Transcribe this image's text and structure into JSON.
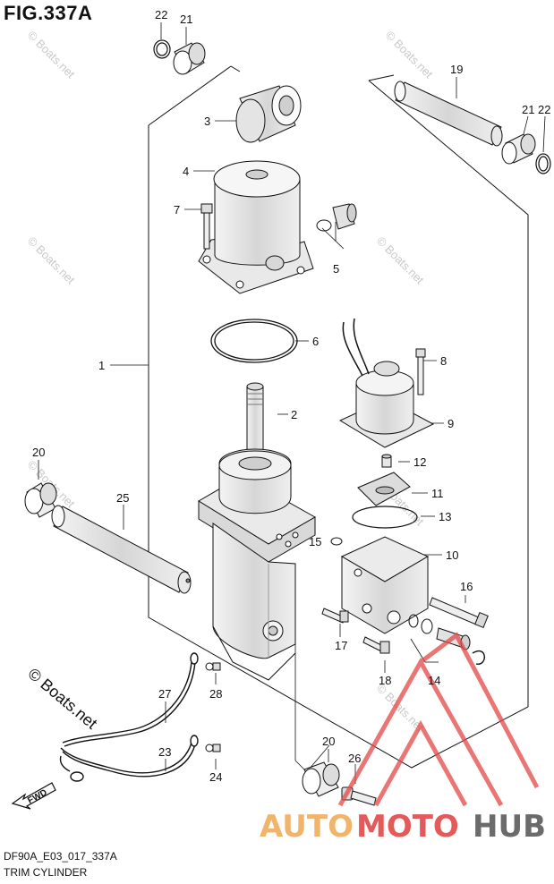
{
  "figure": {
    "title": "FIG.337A",
    "code": "DF90A_E03_017_337A",
    "caption": "TRIM CYLINDER"
  },
  "watermark": {
    "text": "© Boats.net",
    "copyright_text": "© Boats.net"
  },
  "logo": {
    "part1": "AUTO",
    "part2": "MOTO",
    "part3": "HUB",
    "colors": {
      "auto": "#f0b56b",
      "moto": "#e45a5a",
      "hub": "#6b6b6b",
      "mark": "#e34848"
    }
  },
  "fwd_label": "FWD",
  "callouts": {
    "c1": "1",
    "c2": "2",
    "c3": "3",
    "c4": "4",
    "c5": "5",
    "c6": "6",
    "c7": "7",
    "c8": "8",
    "c9": "9",
    "c10": "10",
    "c11": "11",
    "c12": "12",
    "c13": "13",
    "c14": "14",
    "c15": "15",
    "c16": "16",
    "c17": "17",
    "c18": "18",
    "c19": "19",
    "c20a": "20",
    "c20b": "20",
    "c21a": "21",
    "c21b": "21",
    "c22a": "22",
    "c22b": "22",
    "c23": "23",
    "c24": "24",
    "c25": "25",
    "c26": "26",
    "c27": "27",
    "c28": "28"
  }
}
